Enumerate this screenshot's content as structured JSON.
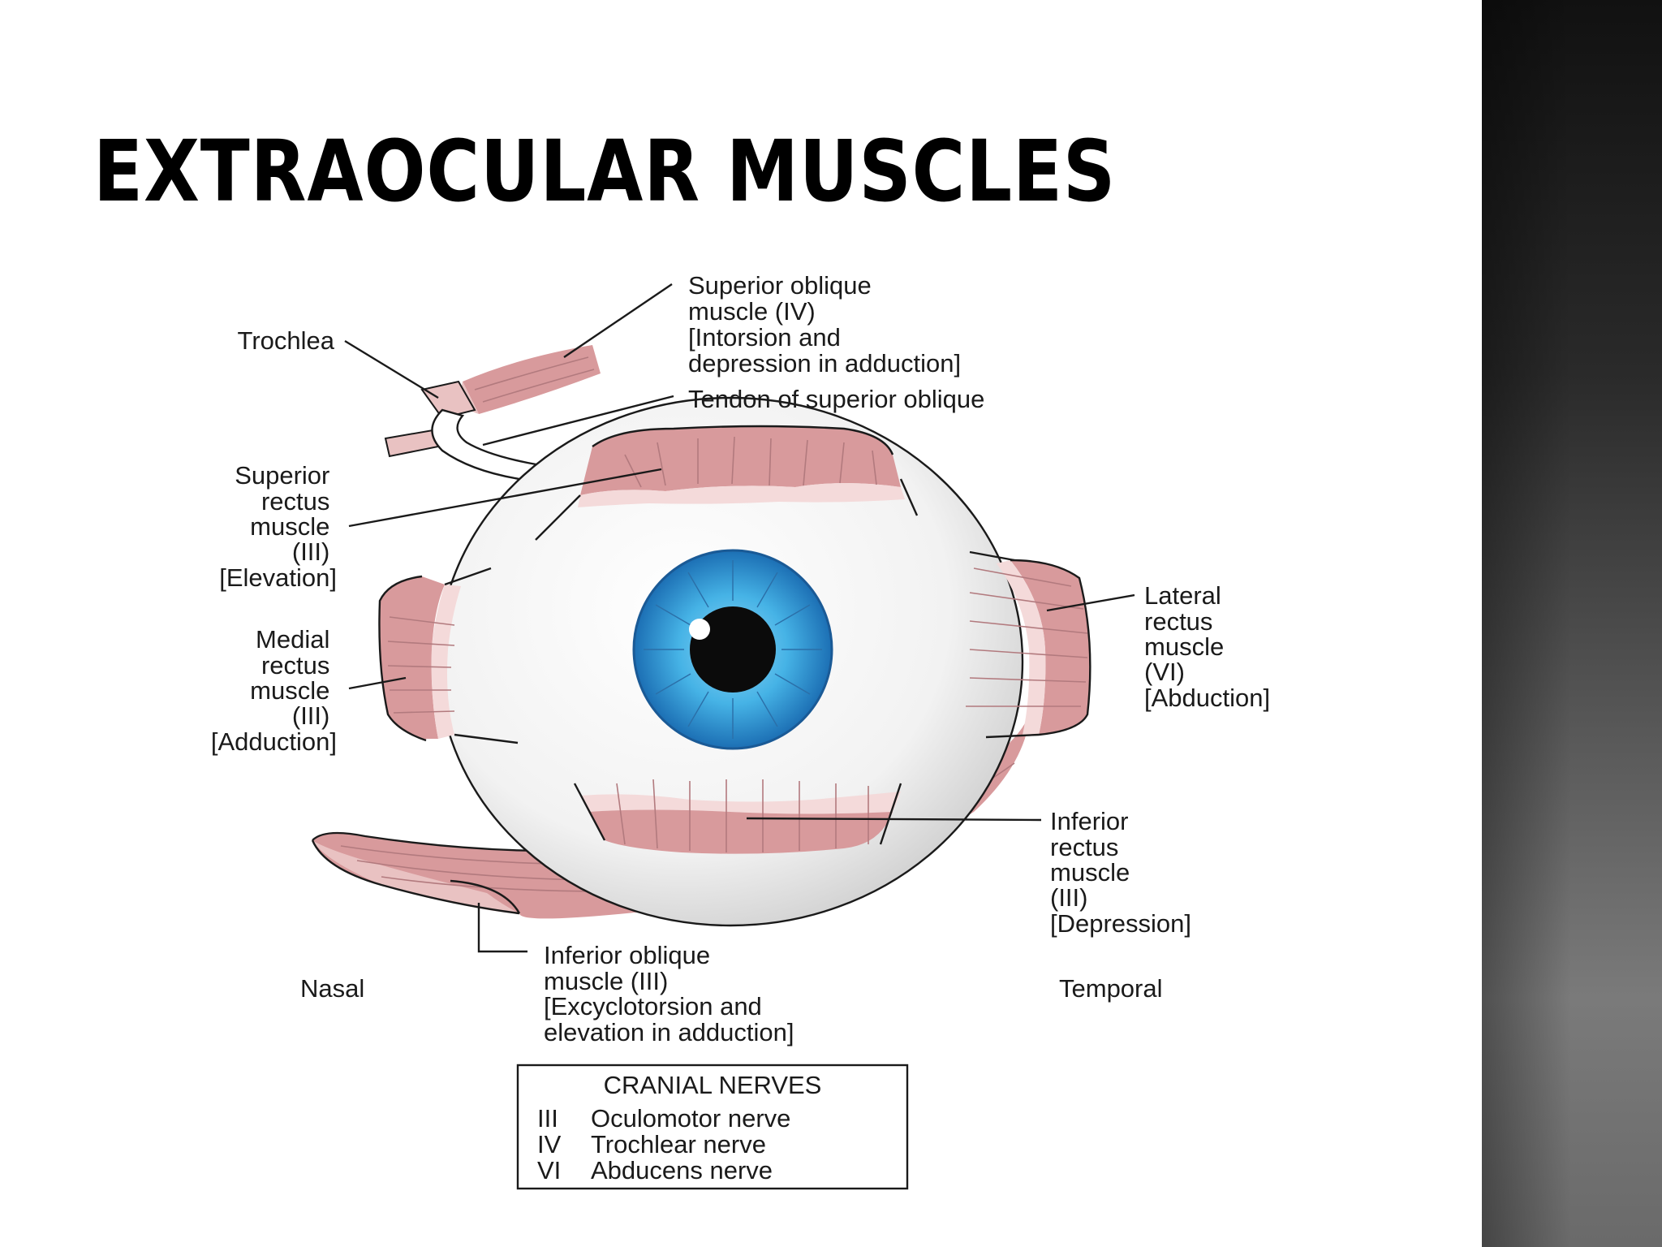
{
  "slide": {
    "title": "EXTRAOCULAR MUSCLES",
    "accent_colors": {
      "side_bar_top": "#111111",
      "side_bar_bottom": "#7a7a7a",
      "muscle": "#d89a9c",
      "iris": "#3aa6dc"
    }
  },
  "diagram": {
    "labels": {
      "trochlea": [
        "Trochlea"
      ],
      "superior_oblique": [
        "Superior oblique",
        "muscle (IV)",
        "[Intorsion and",
        "depression in adduction]"
      ],
      "tendon_superior_oblique": [
        "Tendon of superior oblique"
      ],
      "superior_rectus": [
        "Superior",
        "rectus",
        "muscle",
        "(III)",
        "[Elevation]"
      ],
      "medial_rectus": [
        "Medial",
        "rectus",
        "muscle",
        "(III)",
        "[Adduction]"
      ],
      "lateral_rectus": [
        "Lateral",
        "rectus",
        "muscle",
        "(VI)",
        "[Abduction]"
      ],
      "inferior_rectus": [
        "Inferior",
        "rectus",
        "muscle",
        "(III)",
        "[Depression]"
      ],
      "inferior_oblique": [
        "Inferior oblique",
        "muscle (III)",
        "[Excyclotorsion and",
        "elevation in adduction]"
      ],
      "nasal": [
        "Nasal"
      ],
      "temporal": [
        "Temporal"
      ]
    },
    "legend": {
      "heading": "CRANIAL NERVES",
      "rows": [
        {
          "numeral": "III",
          "name": "Oculomotor nerve"
        },
        {
          "numeral": "IV",
          "name": "Trochlear nerve"
        },
        {
          "numeral": "VI",
          "name": "Abducens nerve"
        }
      ]
    }
  }
}
